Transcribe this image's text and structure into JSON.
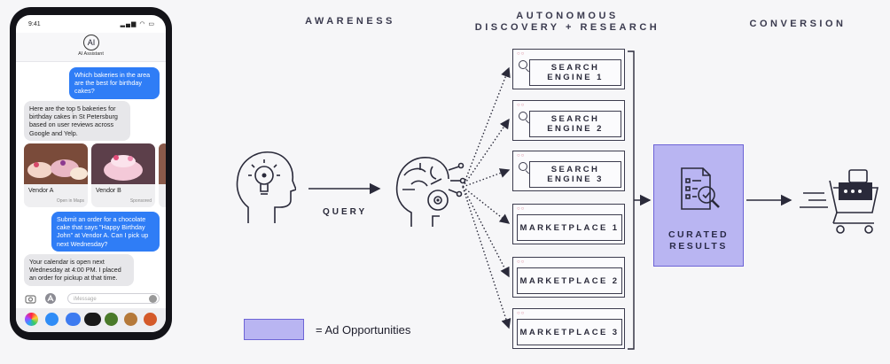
{
  "phone": {
    "time": "9:41",
    "signal": "▂▄▆ ◠ ▭",
    "assistant_logo": "AI",
    "assistant_name": "AI Assistant",
    "messages": [
      {
        "from": "user",
        "text": "Which bakeries in the area are the best for birthday cakes?"
      },
      {
        "from": "assistant",
        "text": "Here are the top 5 bakeries for birthday cakes in St Petersburg based on user reviews across Google and Yelp."
      },
      {
        "from": "user",
        "text": "Submit an order for a chocolate cake that says \"Happy Birthday John\" at Vendor A. Can I pick up next Wednesday?"
      },
      {
        "from": "assistant",
        "text": "Your calendar is open next Wednesday at 4:00 PM. I placed an order for pickup at that time."
      }
    ],
    "vendors": [
      {
        "name": "Vendor A",
        "sub": "Open in Maps"
      },
      {
        "name": "Vendor B",
        "sub": "Sponsored"
      }
    ],
    "input_placeholder": "iMessage"
  },
  "headings": {
    "awareness": "AWARENESS",
    "discovery_line1": "AUTONOMOUS",
    "discovery_line2": "DISCOVERY + RESEARCH",
    "conversion": "CONVERSION"
  },
  "query_label": "QUERY",
  "sources": [
    {
      "line1": "SEARCH",
      "line2": "ENGINE 1",
      "kind": "search"
    },
    {
      "line1": "SEARCH",
      "line2": "ENGINE 2",
      "kind": "search"
    },
    {
      "line1": "SEARCH",
      "line2": "ENGINE 3",
      "kind": "search"
    },
    {
      "line1": "MARKETPLACE 1",
      "line2": "",
      "kind": "marketplace"
    },
    {
      "line1": "MARKETPLACE 2",
      "line2": "",
      "kind": "marketplace"
    },
    {
      "line1": "MARKETPLACE 3",
      "line2": "",
      "kind": "marketplace"
    }
  ],
  "curated": {
    "line1": "CURATED",
    "line2": "RESULTS"
  },
  "legend": {
    "text": "= Ad Opportunities"
  },
  "colors": {
    "ad_fill": "#b9b5f2",
    "ad_border": "#6d64d6",
    "imessage_blue": "#2f7df6",
    "ink": "#3c3c4e"
  },
  "icons": [
    "lightbulb-head-icon",
    "ai-head-icon",
    "report-search-icon",
    "shopping-cart-icon",
    "magnifier-icon"
  ]
}
